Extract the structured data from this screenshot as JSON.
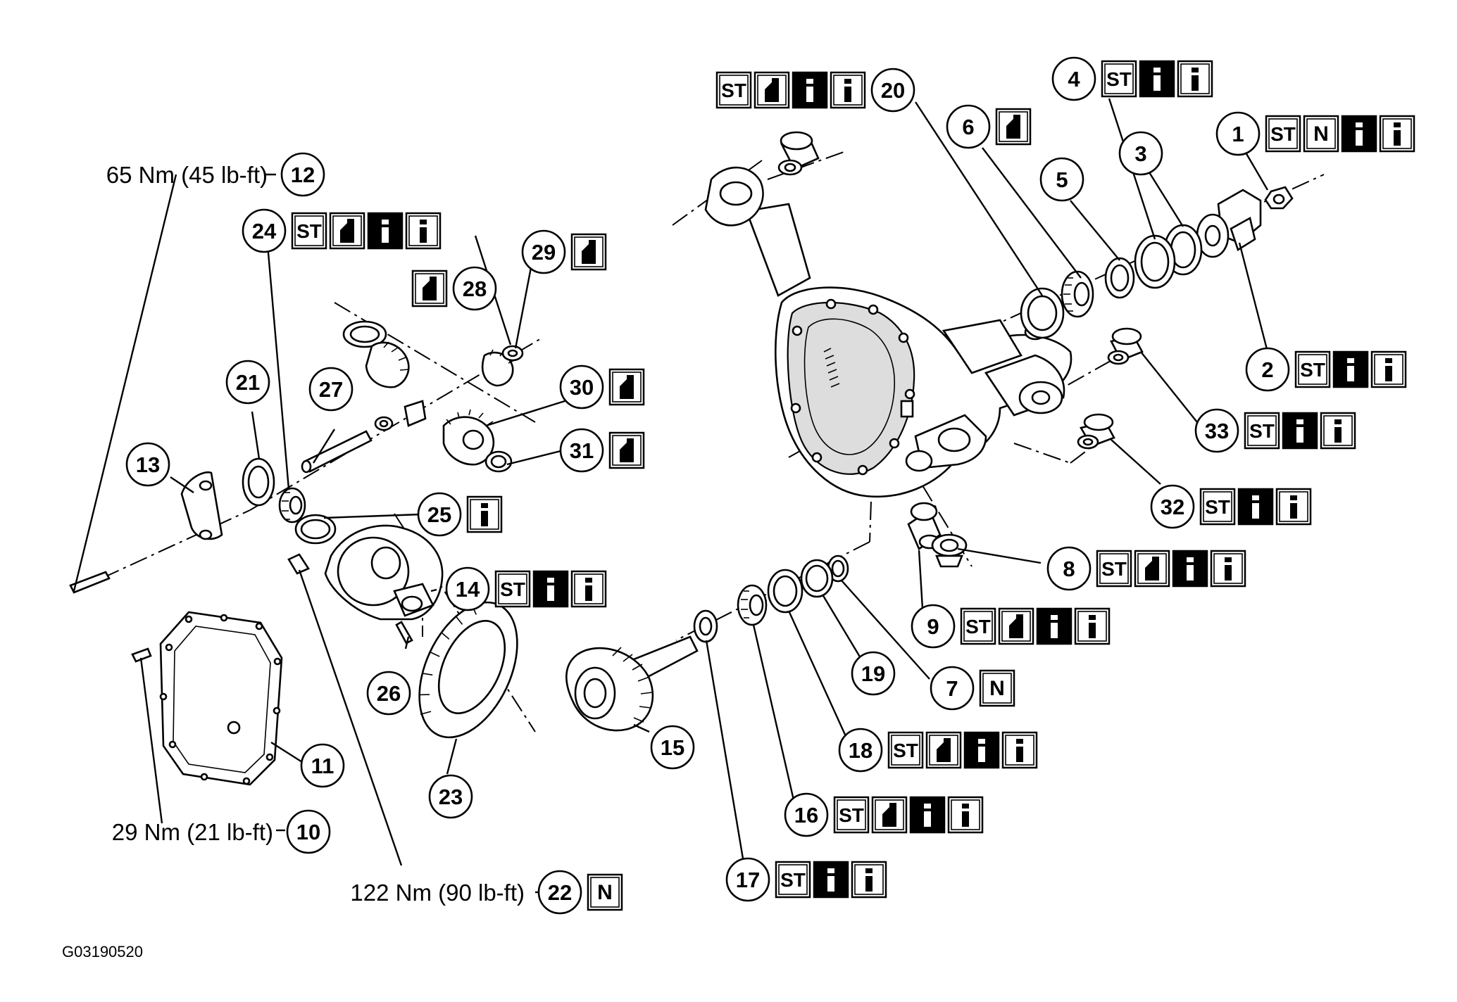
{
  "figure_code": "G03190520",
  "icon_legend": {
    "ST": "special-tool-icon",
    "N": "new-part-icon",
    "lube": "lubricate-icon",
    "info_solid": "information-solid-icon",
    "info_outline": "information-outline-icon"
  },
  "torque_specs": [
    {
      "item": "12",
      "text": "65 Nm (45 lb-ft)"
    },
    {
      "item": "10",
      "text": "29 Nm (21 lb-ft)"
    },
    {
      "item": "22",
      "text": "122 Nm (90 lb-ft)"
    }
  ],
  "callouts": [
    {
      "id": "1",
      "icons": [
        "ST",
        "N",
        "info_solid",
        "info_outline"
      ]
    },
    {
      "id": "2",
      "icons": [
        "ST",
        "info_solid",
        "info_outline"
      ]
    },
    {
      "id": "3",
      "icons": []
    },
    {
      "id": "4",
      "icons": [
        "ST",
        "info_solid",
        "info_outline"
      ]
    },
    {
      "id": "5",
      "icons": []
    },
    {
      "id": "6",
      "icons": [
        "lube"
      ]
    },
    {
      "id": "7",
      "icons": [
        "N"
      ]
    },
    {
      "id": "8",
      "icons": [
        "ST",
        "lube",
        "info_solid",
        "info_outline"
      ]
    },
    {
      "id": "9",
      "icons": [
        "ST",
        "lube",
        "info_solid",
        "info_outline"
      ]
    },
    {
      "id": "10",
      "icons": []
    },
    {
      "id": "11",
      "icons": []
    },
    {
      "id": "12",
      "icons": []
    },
    {
      "id": "13",
      "icons": []
    },
    {
      "id": "14",
      "icons": [
        "ST",
        "info_solid",
        "info_outline"
      ]
    },
    {
      "id": "15",
      "icons": []
    },
    {
      "id": "16",
      "icons": [
        "ST",
        "lube",
        "info_solid",
        "info_outline"
      ]
    },
    {
      "id": "17",
      "icons": [
        "ST",
        "info_solid",
        "info_outline"
      ]
    },
    {
      "id": "18",
      "icons": [
        "ST",
        "lube",
        "info_solid",
        "info_outline"
      ]
    },
    {
      "id": "19",
      "icons": []
    },
    {
      "id": "20",
      "icons": [
        "ST",
        "lube",
        "info_solid",
        "info_outline"
      ]
    },
    {
      "id": "21",
      "icons": []
    },
    {
      "id": "22",
      "icons": [
        "N"
      ]
    },
    {
      "id": "23",
      "icons": []
    },
    {
      "id": "24",
      "icons": [
        "ST",
        "lube",
        "info_solid",
        "info_outline"
      ]
    },
    {
      "id": "25",
      "icons": [
        "info_outline"
      ]
    },
    {
      "id": "26",
      "icons": []
    },
    {
      "id": "27",
      "icons": []
    },
    {
      "id": "28",
      "icons": [
        "lube"
      ]
    },
    {
      "id": "29",
      "icons": [
        "lube"
      ]
    },
    {
      "id": "30",
      "icons": [
        "lube"
      ]
    },
    {
      "id": "31",
      "icons": [
        "lube"
      ]
    },
    {
      "id": "32",
      "icons": [
        "ST",
        "info_solid",
        "info_outline"
      ]
    },
    {
      "id": "33",
      "icons": [
        "ST",
        "info_solid",
        "info_outline"
      ]
    }
  ]
}
